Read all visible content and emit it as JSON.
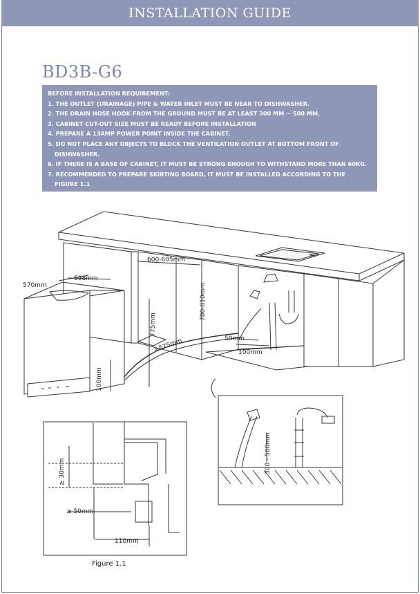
{
  "header": {
    "title": "INSTALLATION GUIDE"
  },
  "model": "BD3B-G6",
  "requirements": {
    "heading": "BEFORE INSTALLATION REQUIREMENT:",
    "items": [
      "1. THE OUTLET (DRAINAGE) PIPE & WATER INLET MUST BE NEAR TO DISHWASHER.",
      "2. THE DRAIN HOSE HOOK FROM THE  GROUND MUST BE AT LEAST 300 MM ~ 500 MM.",
      "3. CABINET CUT-OUT SIZE MUST BE READY BEFORE INSTALLATION",
      "4. PREPARE A 13AMP POWER POINT INSIDE THE CABINET.",
      "5. DO NOT PLACE ANY OBJECTS TO BLOCK THE VENTILATION OUTLET AT BOTTOM FRONT OF",
      "DISHWASHER.",
      "6. IF THERE IS A BASE OF CABINET, IT MUST BE STRONG ENOUGH TO WITHSTAND MORE THAN 60KG.",
      "7. RECOMMENDED TO PREPARE SKIRTING BOARD, IT MUST BE INSTALLED ACCORDING TO THE",
      "FIGURE 1.1"
    ]
  },
  "dimensions": {
    "depth": "570mm",
    "width": "598mm",
    "cutout_width": "600-605mm",
    "height_775": "775mm",
    "height_cutout": "780-810mm",
    "skirting": "≥575mm",
    "bottom": "100mm",
    "inlet_50": "50mm",
    "inlet_100": "100mm",
    "hose_height": "300 - 500mm",
    "gap_30": "≥ 30mm",
    "gap_50": "≥ 50mm",
    "offset_110": "110mm"
  },
  "figure_caption": "Figure 1.1"
}
